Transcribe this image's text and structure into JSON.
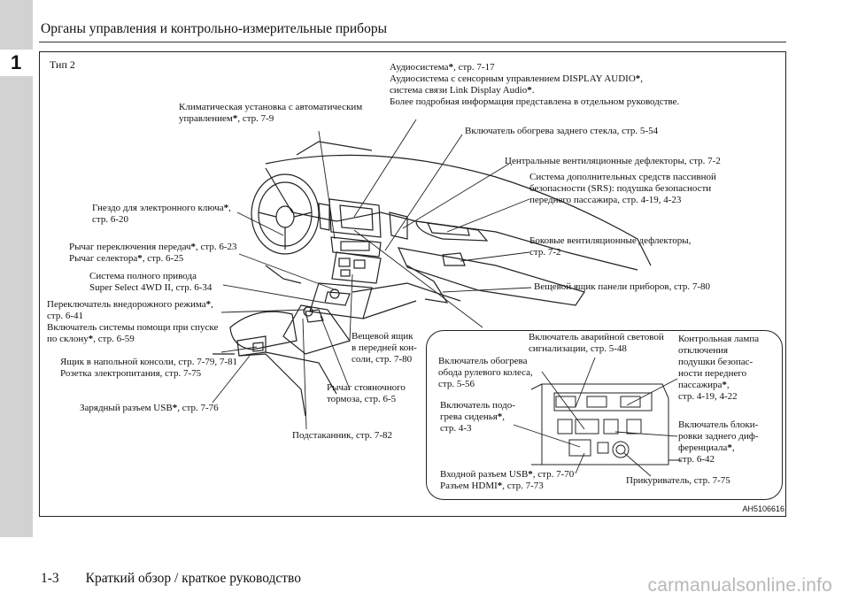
{
  "header": {
    "title": "Органы управления и контрольно-измерительные приборы",
    "chapter": "1"
  },
  "figure": {
    "type_label": "Тип 2",
    "code": "AH5106616",
    "labels": {
      "audio_1": "Аудиосистема",
      "audio_1b": ", стр. 7-17",
      "audio_2": "Аудиосистема с сенсорным управлением DISPLAY AUDIO",
      "audio_2b": ",",
      "audio_3": "система связи Link Display Audio",
      "audio_3b": ".",
      "audio_4": "Более подробная информация представлена в отдельном руководстве.",
      "climate_1": "Климатическая установка с автоматическим",
      "climate_2a": "управлением",
      "climate_2b": ", стр. 7-9",
      "rear_defog": "Включатель обогрева заднего стекла, стр. 5-54",
      "center_vents": "Центральные вентиляционные дефлекторы, стр. 7-2",
      "srs_1": "Система дополнительных средств пассивной",
      "srs_2": "безопасности (SRS): подушка безопасности",
      "srs_3": "переднего пассажира, стр. 4-19, 4-23",
      "side_vents_1": "Боковые вентиляционные дефлекторы,",
      "side_vents_2": "стр. 7-2",
      "glovebox": "Вещевой ящик панели приборов, стр. 7-80",
      "key_slot_1a": "Гнездо для электронного ключа",
      "key_slot_1b": ",",
      "key_slot_2": "стр. 6-20",
      "shift_1a": "Рычаг переключения передач",
      "shift_1b": ", стр. 6-23",
      "shift_2a": "Рычаг селектора",
      "shift_2b": ", стр. 6-25",
      "awd_1": "Система полного привода",
      "awd_2": "Super Select 4WD II, стр. 6-34",
      "offroad_1a": "Переключатель внедорожного режима",
      "offroad_1b": ",",
      "offroad_2": "стр. 6-41",
      "hill_1": "Включатель системы помощи при спуске",
      "hill_2a": "по склону",
      "hill_2b": ", стр. 6-59",
      "console_box_1": "Ящик в напольной консоли, стр. 7-79, 7-81",
      "console_box_2": "Розетка электропитания, стр. 7-75",
      "usb_charge_a": "Зарядный разъем USB",
      "usb_charge_b": ", стр. 7-76",
      "front_tray_1": "Вещевой ящик",
      "front_tray_2": "в передней кон-",
      "front_tray_3": "соли, стр. 7-80",
      "parking_1": "Рычаг стояночного",
      "parking_2": "тормоза, стр. 6-5",
      "cupholder": "Подстаканник, стр. 7-82",
      "hazard_1": "Включатель аварийной световой",
      "hazard_2": "сигнализации, стр. 5-48",
      "airbag_lamp_1": "Контрольная лампа",
      "airbag_lamp_2": "отключения",
      "airbag_lamp_3": "подушки безопас-",
      "airbag_lamp_4": "ности переднего",
      "airbag_lamp_5a": "пассажира",
      "airbag_lamp_5b": ",",
      "airbag_lamp_6": "стр. 4-19, 4-22",
      "wheel_heat_1": "Включатель обогрева",
      "wheel_heat_2": "обода рулевого колеса,",
      "wheel_heat_3": "стр. 5-56",
      "seat_heat_1": "Включатель подо-",
      "seat_heat_2a": "грева сиденья",
      "seat_heat_2b": ",",
      "seat_heat_3": "стр. 4-3",
      "diff_lock_1": "Включатель блоки-",
      "diff_lock_2": "ровки заднего диф-",
      "diff_lock_3a": "ференциала",
      "diff_lock_3b": ",",
      "diff_lock_4": "стр. 6-42",
      "usb_in_1a": "Входной разъем USB",
      "usb_in_1b": ", стр. 7-70",
      "hdmi_a": "Разъем HDMI",
      "hdmi_b": ", стр. 7-73",
      "lighter": "Прикуриватель, стр. 7-75",
      "star": "*"
    }
  },
  "footer": {
    "page": "1-3",
    "section": "Краткий обзор / краткое руководство"
  },
  "watermark": "carmanualsonline.info"
}
